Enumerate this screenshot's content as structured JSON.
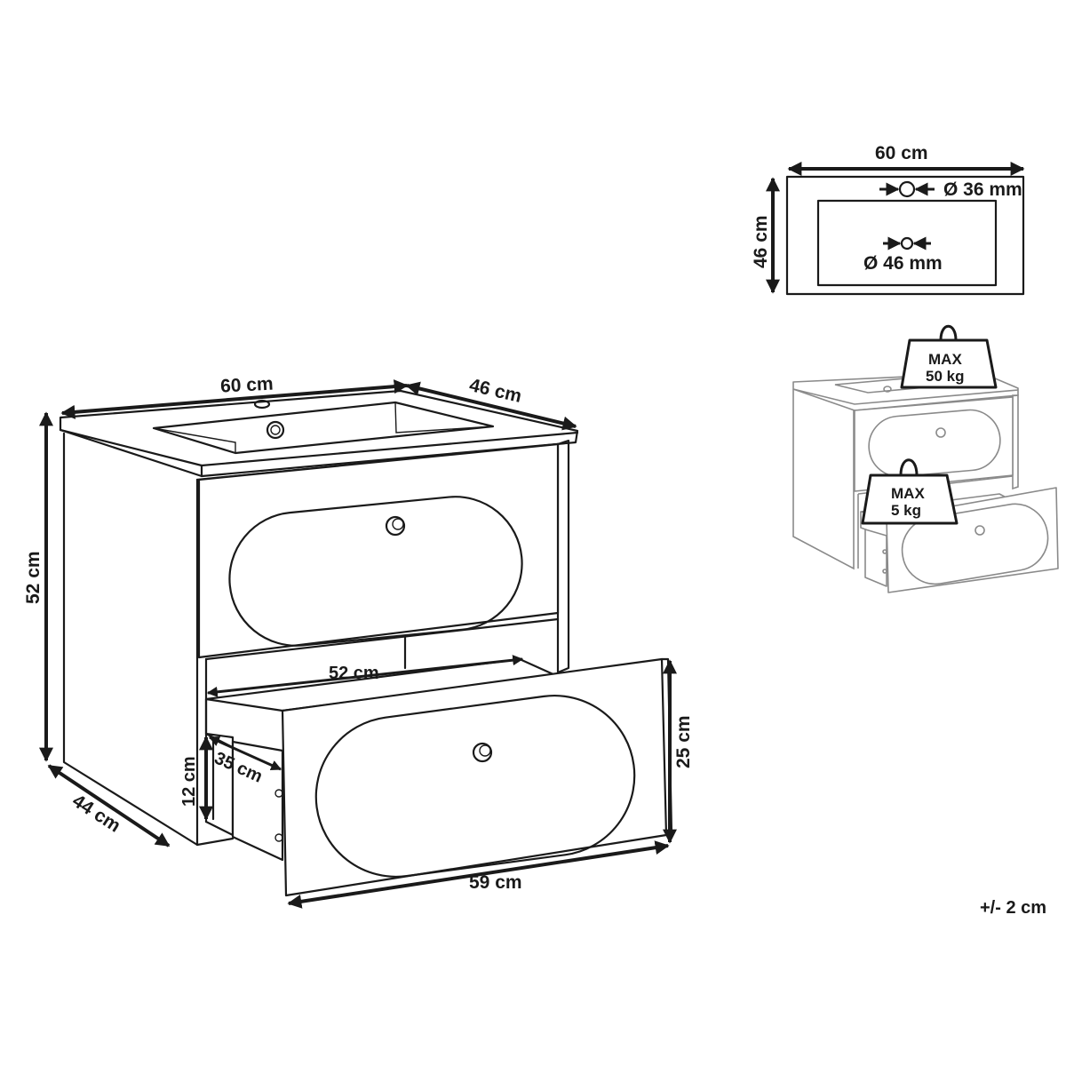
{
  "main_view": {
    "width_label": "60 cm",
    "depth_label": "46 cm",
    "height_label": "52 cm",
    "cabinet_depth_label": "44 cm",
    "drawer_inner_width_label": "52 cm",
    "drawer_inner_depth_label": "35 cm",
    "drawer_inner_height_label": "12 cm",
    "drawer_front_width_label": "59 cm",
    "drawer_front_height_label": "25 cm"
  },
  "top_view": {
    "width_label": "60 cm",
    "depth_label": "46 cm",
    "tap_hole_label": "Ø 36 mm",
    "drain_hole_label": "Ø 46 mm"
  },
  "load_view": {
    "top_load_label_1": "MAX",
    "top_load_label_2": "50 kg",
    "drawer_load_label_1": "MAX",
    "drawer_load_label_2": "5 kg"
  },
  "tolerance_label": "+/- 2 cm"
}
